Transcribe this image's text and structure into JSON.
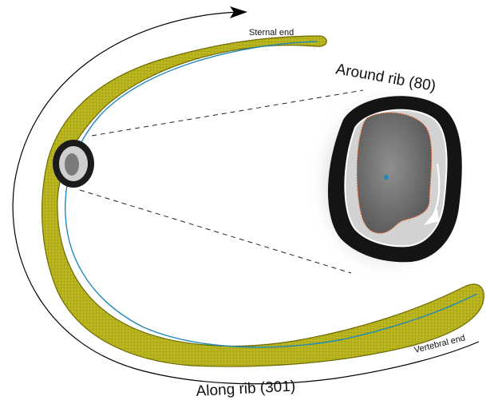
{
  "labels": {
    "sternal_end": "Sternal end",
    "vertebral_end": "Vertebral end",
    "around_rib": "Around rib (80)",
    "along_rib": "Along rib (301)"
  },
  "colors": {
    "rib_fill": "#b9b418",
    "rib_edge": "#6d6a05",
    "centerline": "#1f88b8",
    "contour": "#d9541c",
    "arrow": "#000000",
    "guide_line": "#222222"
  },
  "icons": {
    "direction_arrow": "arrow-head-icon",
    "cross_section_center": "dot-icon"
  }
}
